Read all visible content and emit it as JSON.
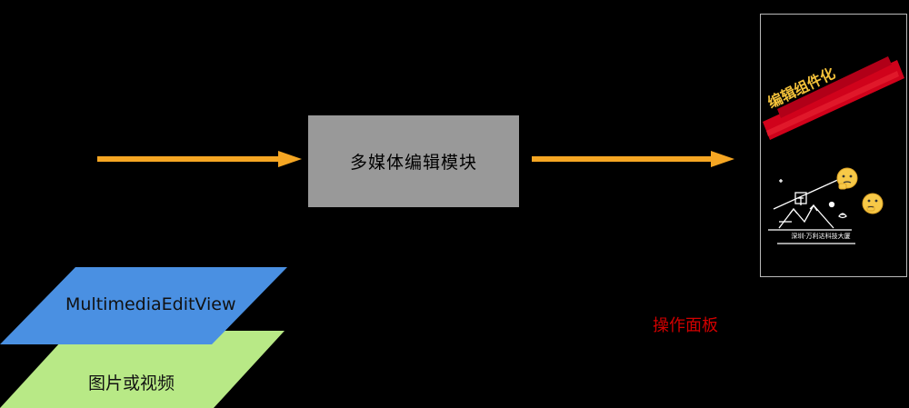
{
  "module": {
    "label": "多媒体编辑模块"
  },
  "layers": {
    "top_label": "MultimediaEditView",
    "bottom_label": "图片或视频"
  },
  "output": {
    "label": "操作面板"
  },
  "phone": {
    "stamp_text": "编辑组件化",
    "caption": "深圳·万利达科技大厦"
  },
  "colors": {
    "arrow": "#f5a623",
    "module_fill": "#999999",
    "layer_top": "#4a90e2",
    "layer_bottom": "#b8e986",
    "ops_label": "#d10000",
    "stamp_brush": "#d0021b",
    "stamp_text": "#f2c03a"
  }
}
